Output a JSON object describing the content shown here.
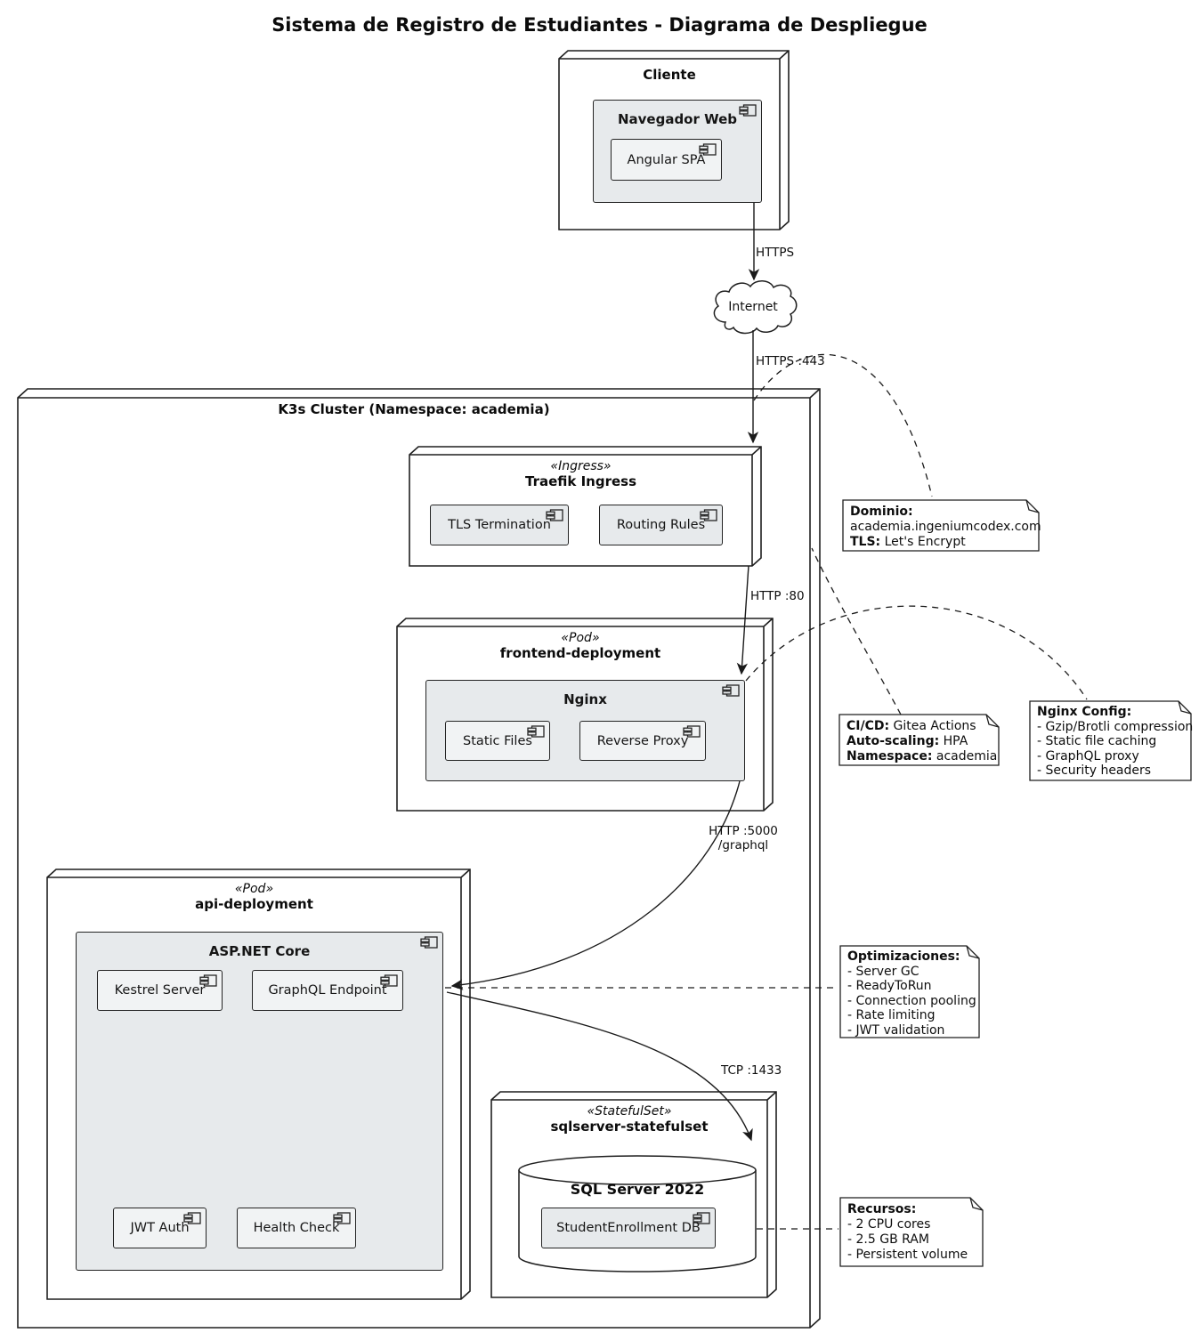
{
  "title": "Sistema de Registro de Estudiantes - Diagrama de Despliegue",
  "nodes": {
    "cliente": {
      "name": "Cliente"
    },
    "navegador": {
      "name": "Navegador Web"
    },
    "angular": {
      "name": "Angular SPA"
    },
    "internet": {
      "name": "Internet"
    },
    "cluster": {
      "name": "K3s Cluster (Namespace: academia)"
    },
    "traefik": {
      "stereotype": "«Ingress»",
      "name": "Traefik Ingress"
    },
    "tls_termination": {
      "name": "TLS Termination"
    },
    "routing_rules": {
      "name": "Routing Rules"
    },
    "frontend": {
      "stereotype": "«Pod»",
      "name": "frontend-deployment"
    },
    "nginx": {
      "name": "Nginx"
    },
    "static_files": {
      "name": "Static Files"
    },
    "reverse_proxy": {
      "name": "Reverse Proxy"
    },
    "api": {
      "stereotype": "«Pod»",
      "name": "api-deployment"
    },
    "aspnet": {
      "name": "ASP.NET Core"
    },
    "kestrel": {
      "name": "Kestrel Server"
    },
    "graphql": {
      "name": "GraphQL Endpoint"
    },
    "jwt": {
      "name": "JWT Auth"
    },
    "health": {
      "name": "Health Check"
    },
    "sqlset": {
      "stereotype": "«StatefulSet»",
      "name": "sqlserver-statefulset"
    },
    "sqlserver": {
      "name": "SQL Server 2022"
    },
    "studentdb": {
      "name": "StudentEnrollment DB"
    }
  },
  "edges": {
    "https": "HTTPS",
    "https443": "HTTPS :443",
    "http80": "HTTP :80",
    "http5000": "HTTP :5000",
    "http5000_path": "/graphql",
    "tcp1433": "TCP :1433"
  },
  "notes": {
    "dominio": {
      "t1": "Dominio:",
      "l2": "academia.ingeniumcodex.com",
      "t3": "TLS:",
      "l3": " Let's Encrypt"
    },
    "cicd": {
      "t1": "CI/CD:",
      "l1": " Gitea Actions",
      "t2": "Auto-scaling:",
      "l2": " HPA",
      "t3": "Namespace:",
      "l3": " academia"
    },
    "nginx_config": {
      "title": "Nginx Config:",
      "items": [
        "- Gzip/Brotli compression",
        "- Static file caching",
        "- GraphQL proxy",
        "- Security headers"
      ]
    },
    "optimizaciones": {
      "title": "Optimizaciones:",
      "items": [
        "- Server GC",
        "- ReadyToRun",
        "- Connection pooling",
        "- Rate limiting",
        "- JWT validation"
      ]
    },
    "recursos": {
      "title": "Recursos:",
      "items": [
        "- 2 CPU cores",
        "- 2.5 GB RAM",
        "- Persistent volume"
      ]
    }
  },
  "colors": {
    "component_fill": "#e7eaec",
    "inner_fill": "#f1f3f4",
    "border": "#1f1f1f",
    "background": "#ffffff"
  }
}
